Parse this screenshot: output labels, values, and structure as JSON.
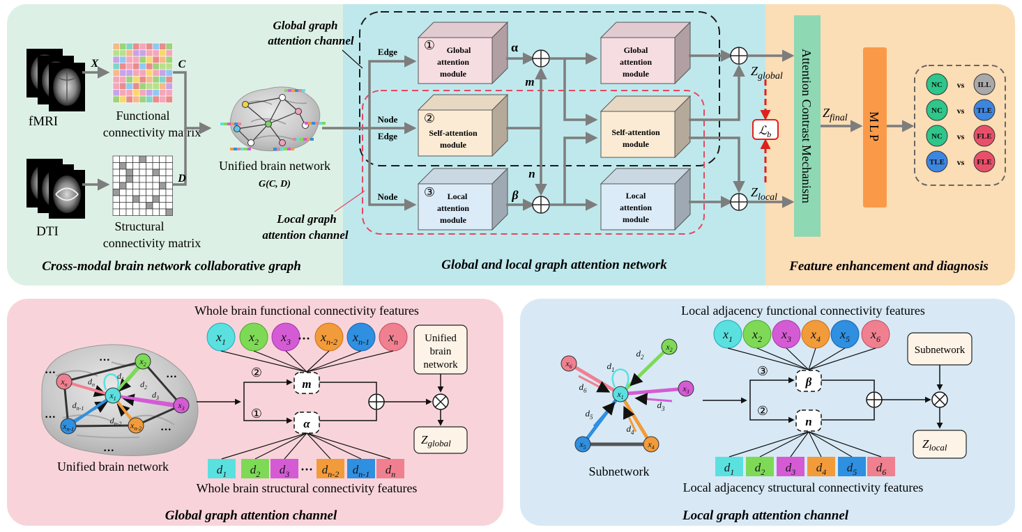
{
  "colors": {
    "panel_left": "#DDF0E6",
    "panel_middle": "#BFE8EC",
    "panel_right": "#FBDDB6",
    "panel_global": "#F8D4DA",
    "panel_local": "#D8E9F5",
    "global_module": "#F6DDE2",
    "self_module": "#FBEBD4",
    "local_module": "#DCEBF8",
    "attention_bar": "#8ED8B4",
    "mlp_bar": "#FA9A48",
    "nc": "#2EC68A",
    "ill": "#A9A9A9",
    "tle": "#3D86E0",
    "fle": "#E8506A",
    "dash_global": "#1A1A1A",
    "dash_local": "#E5475F",
    "lb_red": "#E0201B"
  },
  "top": {
    "left_panel": {
      "title": "Cross-modal brain network collaborative graph",
      "fmri_label": "fMRI",
      "dti_label": "DTI",
      "x_label": "X",
      "c_label": "C",
      "d_label": "D",
      "functional_matrix_line1": "Functional",
      "functional_matrix_line2": "connectivity matrix",
      "structural_matrix_line1": "Structural",
      "structural_matrix_line2": "connectivity matrix",
      "unified_label": "Unified brain network",
      "g_label": "G(C, D)"
    },
    "middle_panel": {
      "title": "Global and local graph attention network",
      "global_channel_line1": "Global graph",
      "global_channel_line2": "attention channel",
      "local_channel_line1": "Local graph",
      "local_channel_line2": "attention channel",
      "edge_label": "Edge",
      "node_edge_node": "Node",
      "node_edge_edge": "Edge",
      "node_label": "Node",
      "module1_number": "①",
      "module1_line1": "Global",
      "module1_line2": "attention",
      "module1_line3": "module",
      "module2_number": "②",
      "module2_line1": "Self-attention",
      "module2_line2": "module",
      "module3_number": "③",
      "module3_line1": "Local",
      "module3_line2": "attention",
      "module3_line3": "module",
      "alpha": "α",
      "beta": "β",
      "m": "m",
      "n": "n",
      "right_global_line1": "Global",
      "right_global_line2": "attention",
      "right_global_line3": "module",
      "right_self_line1": "Self-attention",
      "right_self_line2": "module",
      "right_local_line1": "Local",
      "right_local_line2": "attention",
      "right_local_line3": "module",
      "z_global": "Z",
      "z_global_sub": "global",
      "z_local": "Z",
      "z_local_sub": "local",
      "lb": "ℒ",
      "lb_sub": "b"
    },
    "right_panel": {
      "title": "Feature enhancement and diagnosis",
      "attention_mechanism": "Attention Contrast Mechanism",
      "z_final": "Z",
      "z_final_sub": "final",
      "mlp": "MLP",
      "vs": "vs",
      "comparisons": [
        {
          "left": "NC",
          "right": "ILL"
        },
        {
          "left": "NC",
          "right": "TLE"
        },
        {
          "left": "NC",
          "right": "FLE"
        },
        {
          "left": "TLE",
          "right": "FLE"
        }
      ]
    }
  },
  "global_panel": {
    "title": "Global graph attention channel",
    "top_caption": "Whole brain functional connectivity features",
    "bottom_caption": "Whole brain structural connectivity features",
    "unified_label": "Unified brain network",
    "x_nodes": [
      {
        "base": "x",
        "sub": "1"
      },
      {
        "base": "x",
        "sub": "2"
      },
      {
        "base": "x",
        "sub": "3"
      },
      {
        "base": "x",
        "sub": "n-2"
      },
      {
        "base": "x",
        "sub": "n-1"
      },
      {
        "base": "x",
        "sub": "n"
      }
    ],
    "d_nodes": [
      {
        "base": "d",
        "sub": "1"
      },
      {
        "base": "d",
        "sub": "2"
      },
      {
        "base": "d",
        "sub": "3"
      },
      {
        "base": "d",
        "sub": "n-2"
      },
      {
        "base": "d",
        "sub": "n-1"
      },
      {
        "base": "d",
        "sub": "n"
      }
    ],
    "ellipsis": "···",
    "gate_m": "m",
    "gate_alpha": "α",
    "num2": "②",
    "num1": "①",
    "box_line1": "Unified",
    "box_line2": "brain",
    "box_line3": "network",
    "z_out": "Z",
    "z_out_sub": "global",
    "brain_nodes": [
      {
        "base": "x",
        "sub": "n"
      },
      {
        "base": "x",
        "sub": "2"
      },
      {
        "base": "x",
        "sub": "1"
      },
      {
        "base": "x",
        "sub": "n-1"
      },
      {
        "base": "x",
        "sub": "n-2"
      },
      {
        "base": "x",
        "sub": "3"
      }
    ],
    "edge_labels": [
      {
        "base": "d",
        "sub": "n"
      },
      {
        "base": "d",
        "sub": "1"
      },
      {
        "base": "d",
        "sub": "2"
      },
      {
        "base": "d",
        "sub": "n-1"
      },
      {
        "base": "d",
        "sub": "n-2"
      },
      {
        "base": "d",
        "sub": "3"
      }
    ]
  },
  "local_panel": {
    "title": "Local graph attention channel",
    "top_caption": "Local adjacency functional connectivity features",
    "bottom_caption": "Local adjacency structural connectivity features",
    "subnetwork_label": "Subnetwork",
    "x_nodes": [
      {
        "base": "x",
        "sub": "1"
      },
      {
        "base": "x",
        "sub": "2"
      },
      {
        "base": "x",
        "sub": "3"
      },
      {
        "base": "x",
        "sub": "4"
      },
      {
        "base": "x",
        "sub": "5"
      },
      {
        "base": "x",
        "sub": "6"
      }
    ],
    "d_nodes": [
      {
        "base": "d",
        "sub": "1"
      },
      {
        "base": "d",
        "sub": "2"
      },
      {
        "base": "d",
        "sub": "3"
      },
      {
        "base": "d",
        "sub": "4"
      },
      {
        "base": "d",
        "sub": "5"
      },
      {
        "base": "d",
        "sub": "6"
      }
    ],
    "gate_beta": "β",
    "gate_n": "n",
    "num3": "③",
    "num2": "②",
    "box_label": "Subnetwork",
    "z_out": "Z",
    "z_out_sub": "local",
    "sub_nodes": [
      {
        "base": "x",
        "sub": "6"
      },
      {
        "base": "x",
        "sub": "2"
      },
      {
        "base": "x",
        "sub": "1"
      },
      {
        "base": "x",
        "sub": "3"
      },
      {
        "base": "x",
        "sub": "5"
      },
      {
        "base": "x",
        "sub": "4"
      }
    ],
    "edge_labels": [
      {
        "base": "d",
        "sub": "1"
      },
      {
        "base": "d",
        "sub": "2"
      },
      {
        "base": "d",
        "sub": "6"
      },
      {
        "base": "d",
        "sub": "3"
      },
      {
        "base": "d",
        "sub": "5"
      },
      {
        "base": "d",
        "sub": "4"
      }
    ]
  }
}
